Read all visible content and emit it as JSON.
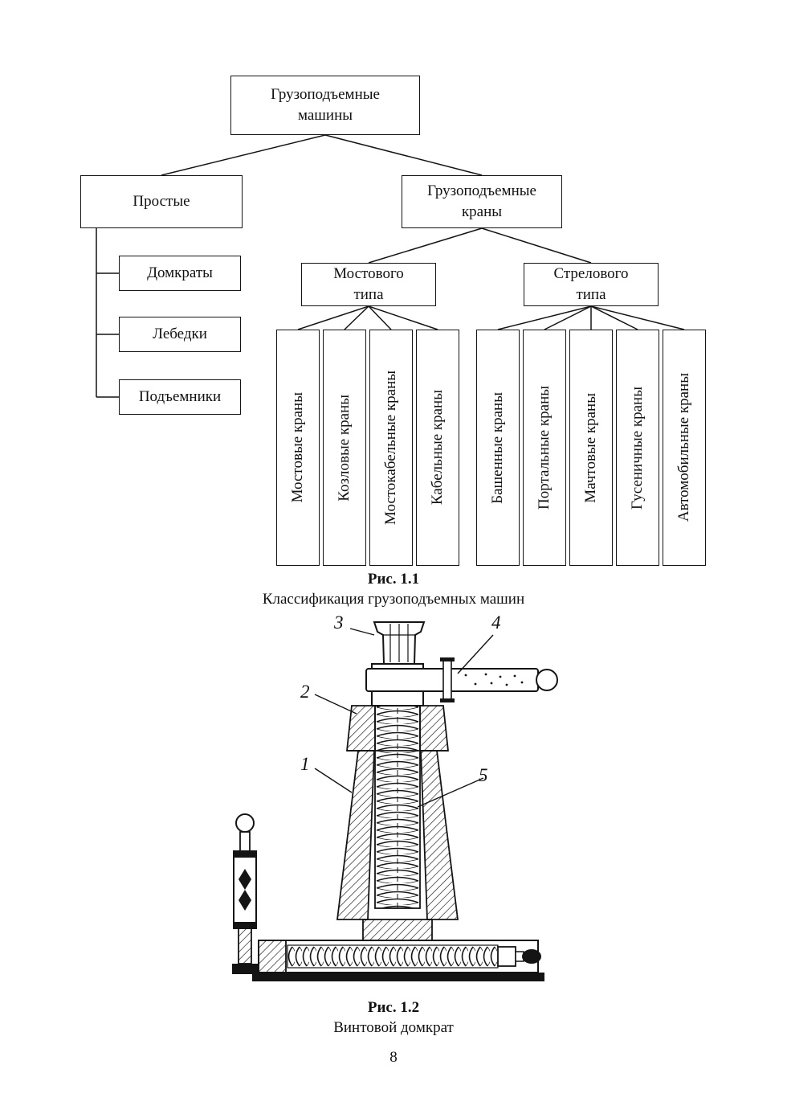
{
  "fig1": {
    "nodes": {
      "root": "Грузоподъемные машины",
      "simple": "Простые",
      "cranes": "Грузоподъемные краны",
      "jacks": "Домкраты",
      "winches": "Лебедки",
      "hoists": "Подъемники",
      "bridge_type": "Мостового типа",
      "boom_type": "Стрелового типа"
    },
    "bridge_children": [
      "Мостовые краны",
      "Козловые краны",
      "Мостокабельные краны",
      "Кабельные краны"
    ],
    "boom_children": [
      "Башенные краны",
      "Портальные краны",
      "Мачтовые краны",
      "Гусеничные краны",
      "Автомобильные краны"
    ],
    "caption": {
      "label": "Рис. 1.1",
      "text": "Классификация грузоподъемных машин"
    }
  },
  "fig2": {
    "callouts": {
      "c1": "1",
      "c2": "2",
      "c3": "3",
      "c4": "4",
      "c5": "5"
    },
    "caption": {
      "label": "Рис. 1.2",
      "text": "Винтовой домкрат"
    }
  },
  "page": {
    "number": "8"
  }
}
